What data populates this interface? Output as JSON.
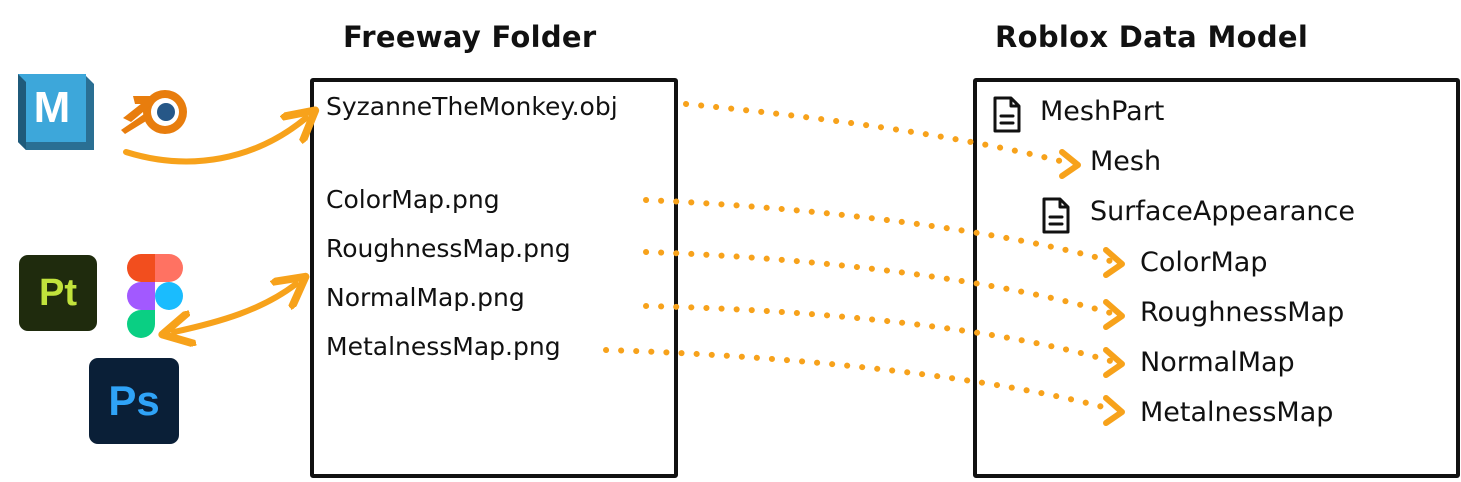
{
  "folder": {
    "title": "Freeway Folder",
    "files": [
      "SyzanneTheMonkey.obj",
      "ColorMap.png",
      "RoughnessMap.png",
      "NormalMap.png",
      "MetalnessMap.png"
    ]
  },
  "datamodel": {
    "title": "Roblox Data Model",
    "meshpart": "MeshPart",
    "mesh": "Mesh",
    "surface": "SurfaceAppearance",
    "maps": [
      "ColorMap",
      "RoughnessMap",
      "NormalMap",
      "MetalnessMap"
    ]
  },
  "apps": {
    "maya": "M",
    "painter": "Pt",
    "photoshop": "Ps"
  },
  "colors": {
    "accent": "#F7A21B",
    "maya_front": "#3DA7DA",
    "maya_side": "#2A6F93",
    "blender_orange": "#E87D0D",
    "blender_blue": "#265787",
    "painter_bg": "#1F2B0D",
    "painter_fg": "#C1E33C",
    "photoshop_bg": "#0A1F37",
    "photoshop_fg": "#2FA3F7"
  }
}
